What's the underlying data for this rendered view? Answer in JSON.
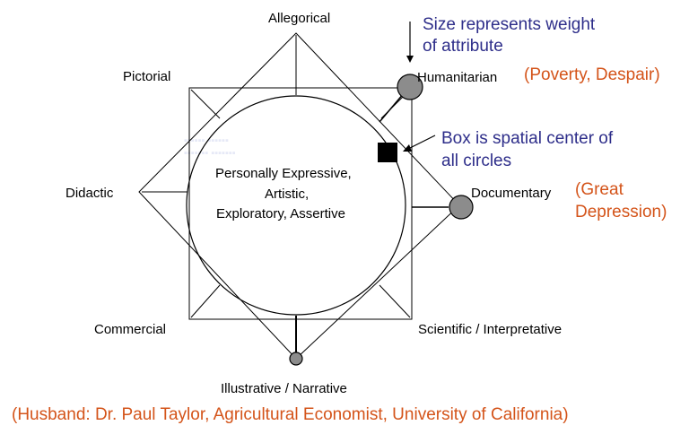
{
  "labels": {
    "allegorical": "Allegorical",
    "humanitarian": "Humanitarian",
    "pictorial": "Pictorial",
    "didactic": "Didactic",
    "documentary": "Documentary",
    "commercial": "Commercial",
    "scientific": "Scientific / Interpretative",
    "illustrative": "Illustrative / Narrative"
  },
  "center_text": {
    "line1": "Personally Expressive,",
    "line2": "Artistic,",
    "line3": "Exploratory, Assertive"
  },
  "notes": {
    "size_line1": "Size represents weight",
    "size_line2": "of attribute",
    "box_line1": "Box is spatial center of",
    "box_line2": "all circles"
  },
  "orange_notes": {
    "humanitarian": "(Poverty, Despair)",
    "documentary_line1": "(Great",
    "documentary_line2": "Depression)",
    "footer": "(Husband: Dr. Paul Taylor, Agricultural Economist, University of California)"
  },
  "colors": {
    "note_blue": "#2e2e8a",
    "orange": "#d4541a",
    "circle_fill": "#8c8c8c"
  }
}
